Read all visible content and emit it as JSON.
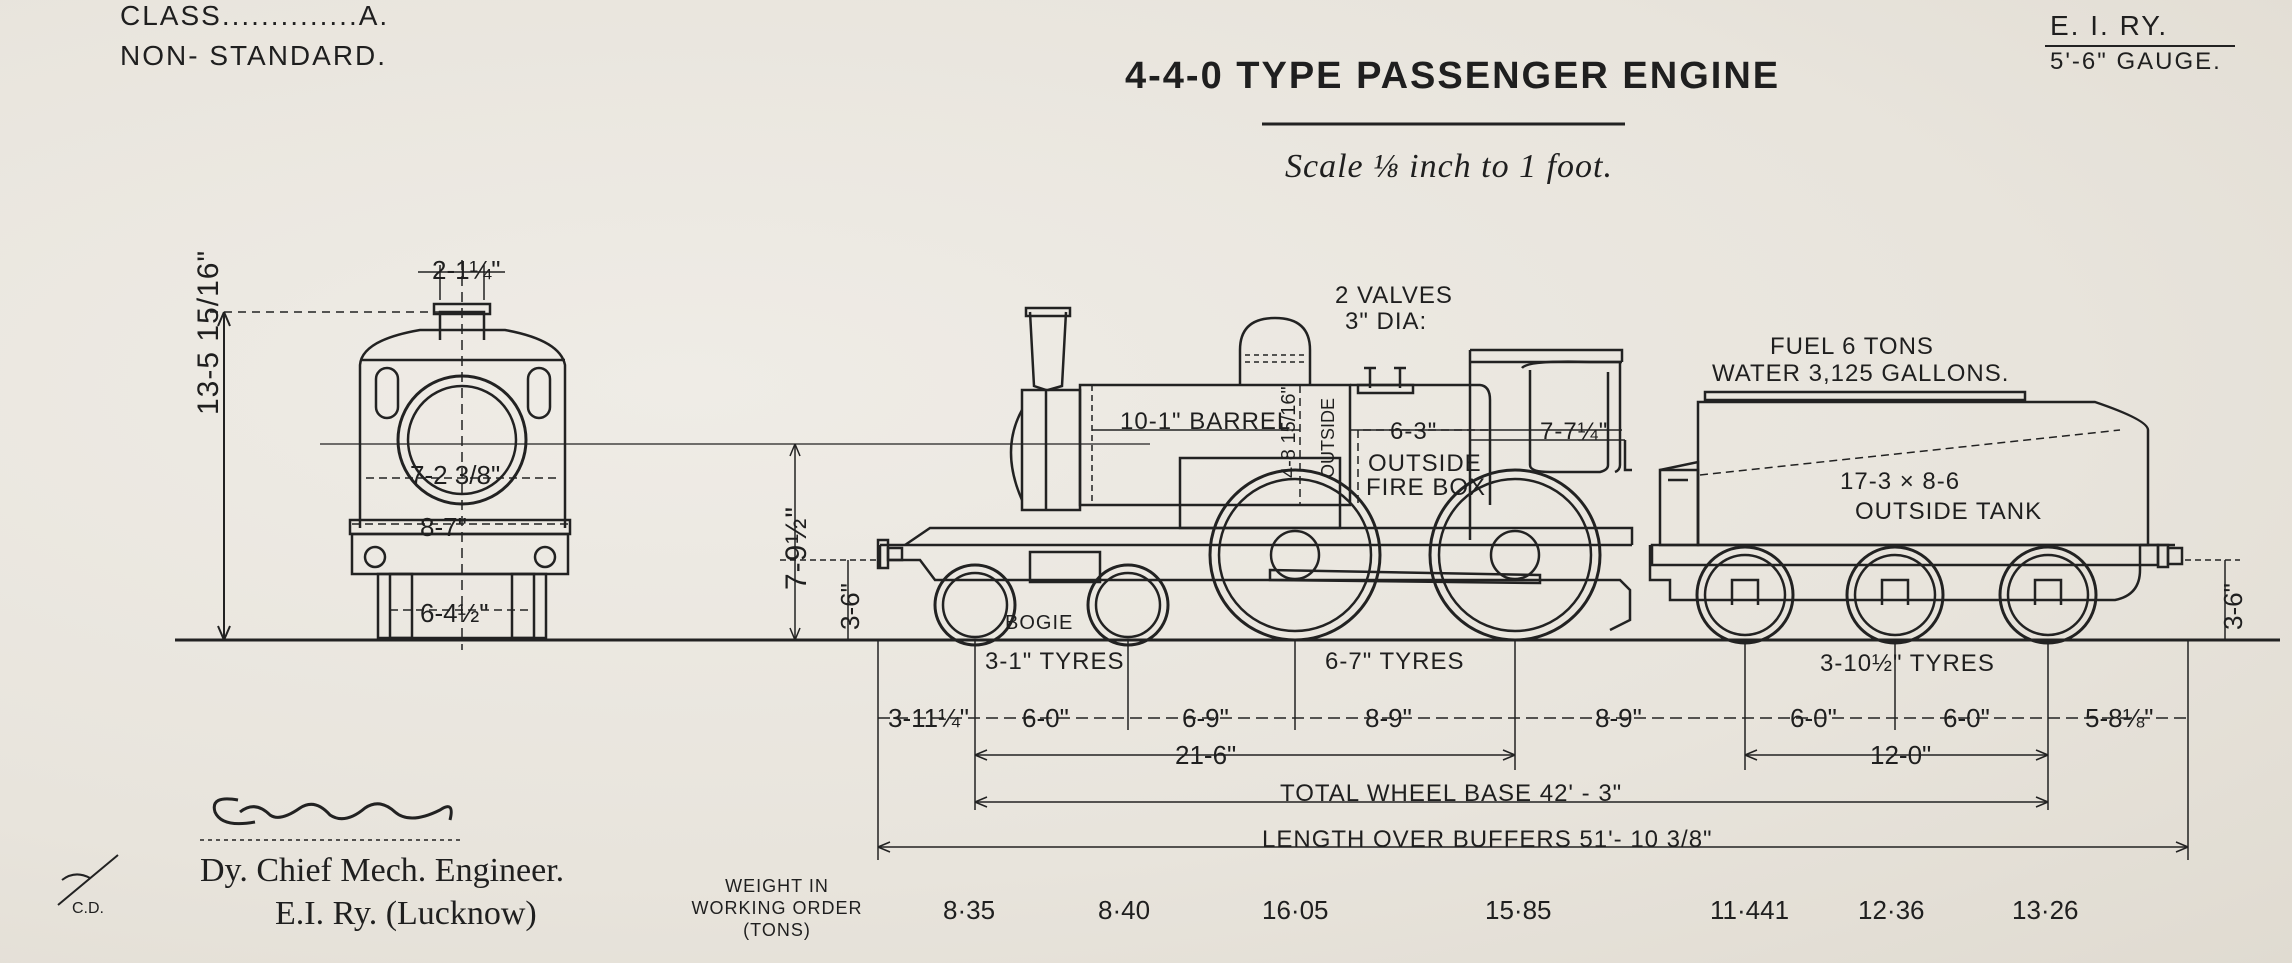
{
  "header": {
    "class_line": "CLASS..............A.",
    "non_standard": "NON- STANDARD.",
    "railway": "E.  I.  RY.",
    "gauge": "5'-6\" GAUGE.",
    "title": "4-4-0 TYPE PASSENGER ENGINE",
    "scale": "Scale ⅛ inch to 1 foot."
  },
  "front_view": {
    "chimney_width": "2-1¼\"",
    "height": "13-5 15/16\"",
    "smokebox_dia": "7-2 3/8\"",
    "width": "8-7\"",
    "track_gauge": "6-4½\""
  },
  "side_view": {
    "valves": [
      "2 VALVES",
      "3\" DIA:"
    ],
    "fuel": "FUEL 6 TONS",
    "water": "WATER 3,125 GALLONS.",
    "barrel": "10-1\" BARREL",
    "barrel_dia": "4-8 15/16\"",
    "outside": "OUTSIDE",
    "firebox_len": "6-3\"",
    "firebox": [
      "OUTSIDE",
      "FIRE BOX"
    ],
    "cab_len": "7-7¼\"",
    "tank_size": "17-3 × 8-6",
    "tank": "OUTSIDE TANK",
    "boiler_height": "7-9½\"",
    "buffer_height": "3-6\"",
    "tender_buffer_height": "3-6\"",
    "bogie": "BOGIE",
    "bogie_tyres": "3-1\" TYRES",
    "driving_tyres": "6-7\" TYRES",
    "tender_tyres": "3-10½\" TYRES"
  },
  "dimensions": {
    "row1": [
      "3-11¼\"",
      "6-0\"",
      "6-9\"",
      "8-9\"",
      "8-9\"",
      "6-0\"",
      "6-0\"",
      "5-8⅛\""
    ],
    "engine_wheelbase": "21-6\"",
    "tender_wheelbase": "12-0\"",
    "total_wheel_base": "TOTAL  WHEEL  BASE  42' - 3\"",
    "length_over_buffers": "LENGTH  OVER  BUFFERS  51'- 10 3/8\""
  },
  "weights": {
    "label": [
      "WEIGHT IN",
      "WORKING ORDER",
      "(TONS)"
    ],
    "values": [
      "8·35",
      "8·40",
      "16·05",
      "15·85",
      "11·441",
      "12·36",
      "13·26"
    ]
  },
  "signature": {
    "scribble": "E.L.Bk.",
    "title": "Dy. Chief Mech. Engineer.",
    "org": "E.I. Ry. (Lucknow)",
    "stamp": "C.D."
  },
  "colors": {
    "paper": "#e9e5de",
    "ink": "#1e1e1e"
  }
}
